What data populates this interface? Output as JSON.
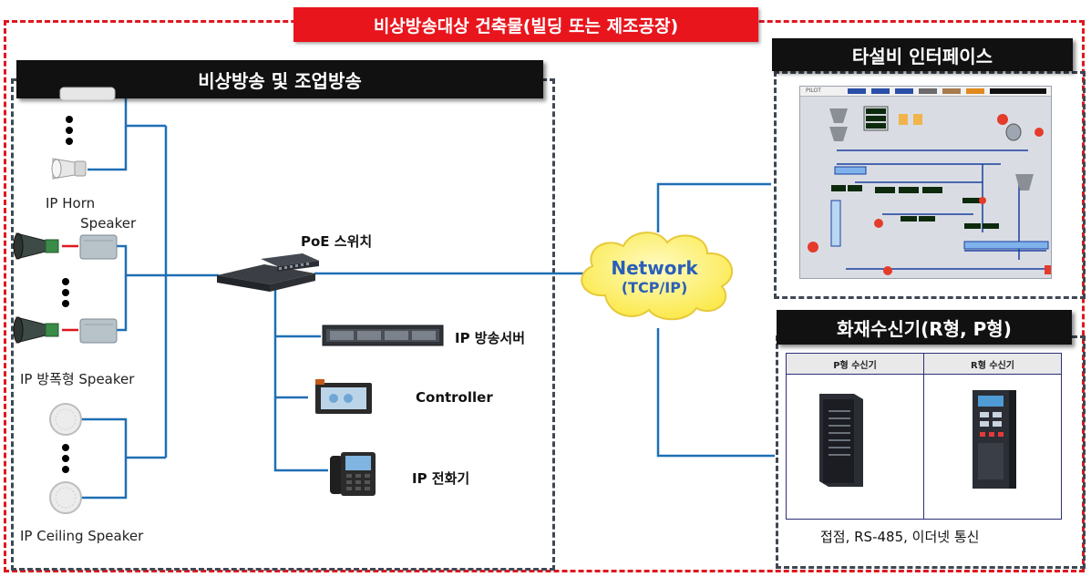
{
  "main_title": "비상방송대상 건축물(빌딩 또는 제조공장)",
  "left_section": {
    "header": "비상방송 및 조업방송",
    "ip_horn_speaker": "IP Horn\n        Speaker",
    "ip_explosion_proof_speaker": "IP 방폭형 Speaker",
    "ip_ceiling_speaker": "IP Ceiling Speaker",
    "poe_switch": "PoE 스위치",
    "ip_server": "IP 방송서버",
    "controller": "Controller",
    "ip_phone": "IP 전화기"
  },
  "network": {
    "line1": "Network",
    "line2": "(TCP/IP)"
  },
  "right_top": {
    "header": "타설비 인터페이스",
    "scada_logo": "PILOT"
  },
  "right_bottom": {
    "header": "화재수신기(R형, P형)",
    "col_p": "P형 수신기",
    "col_r": "R형 수신기",
    "note": "접점, RS-485, 이더넷 통신"
  },
  "colors": {
    "accent_red": "#e8151d",
    "line_blue": "#1f6fb5",
    "cloud_yellow": "#fff27a",
    "header_black": "#111111"
  }
}
